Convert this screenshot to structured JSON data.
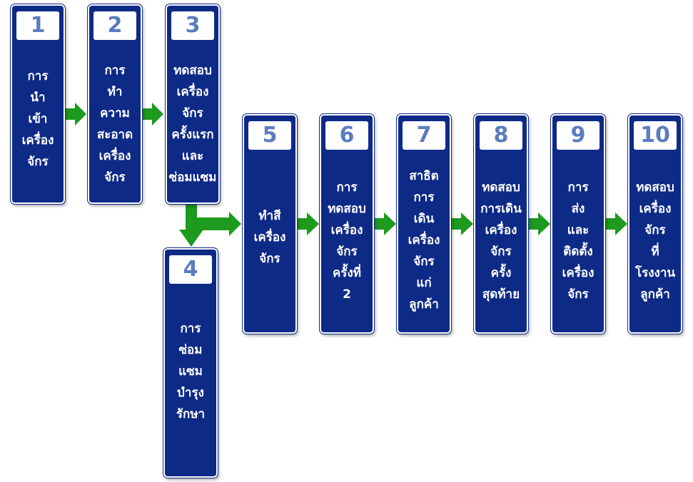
{
  "colors": {
    "box": "#0e2a87",
    "number": "#5a7cc0",
    "arrow": "#1e9a1e"
  },
  "steps": [
    {
      "number": "1",
      "label": "การ\nนำ\nเข้า\nเครื่อง\nจักร"
    },
    {
      "number": "2",
      "label": "การ\nทำ\nความ\nสะอาด\nเครื่อง\nจักร"
    },
    {
      "number": "3",
      "label": "ทดสอบ\nเครื่อง\nจักร\nครั้งแรก\nและ\nซ่อมแซม"
    },
    {
      "number": "4",
      "label": "การ\nซ่อม\nแซม\nบำรุง\nรักษา"
    },
    {
      "number": "5",
      "label": "ทำสี\nเครื่อง\nจักร"
    },
    {
      "number": "6",
      "label": "การ\nทดสอบ\nเครื่อง\nจักร\nครั้งที่\n2"
    },
    {
      "number": "7",
      "label": "สาธิต\nการ\nเดิน\nเครื่อง\nจักร\nแก่\nลูกค้า"
    },
    {
      "number": "8",
      "label": "ทดสอบ\nการเดิน\nเครื่อง\nจักร\nครั้ง\nสุดท้าย"
    },
    {
      "number": "9",
      "label": "การ\nส่ง\nและ\nติดตั้ง\nเครื่อง\nจักร"
    },
    {
      "number": "10",
      "label": "ทดสอบ\nเครื่อง\nจักร\nที่\nโรงงาน\nลูกค้า"
    }
  ]
}
